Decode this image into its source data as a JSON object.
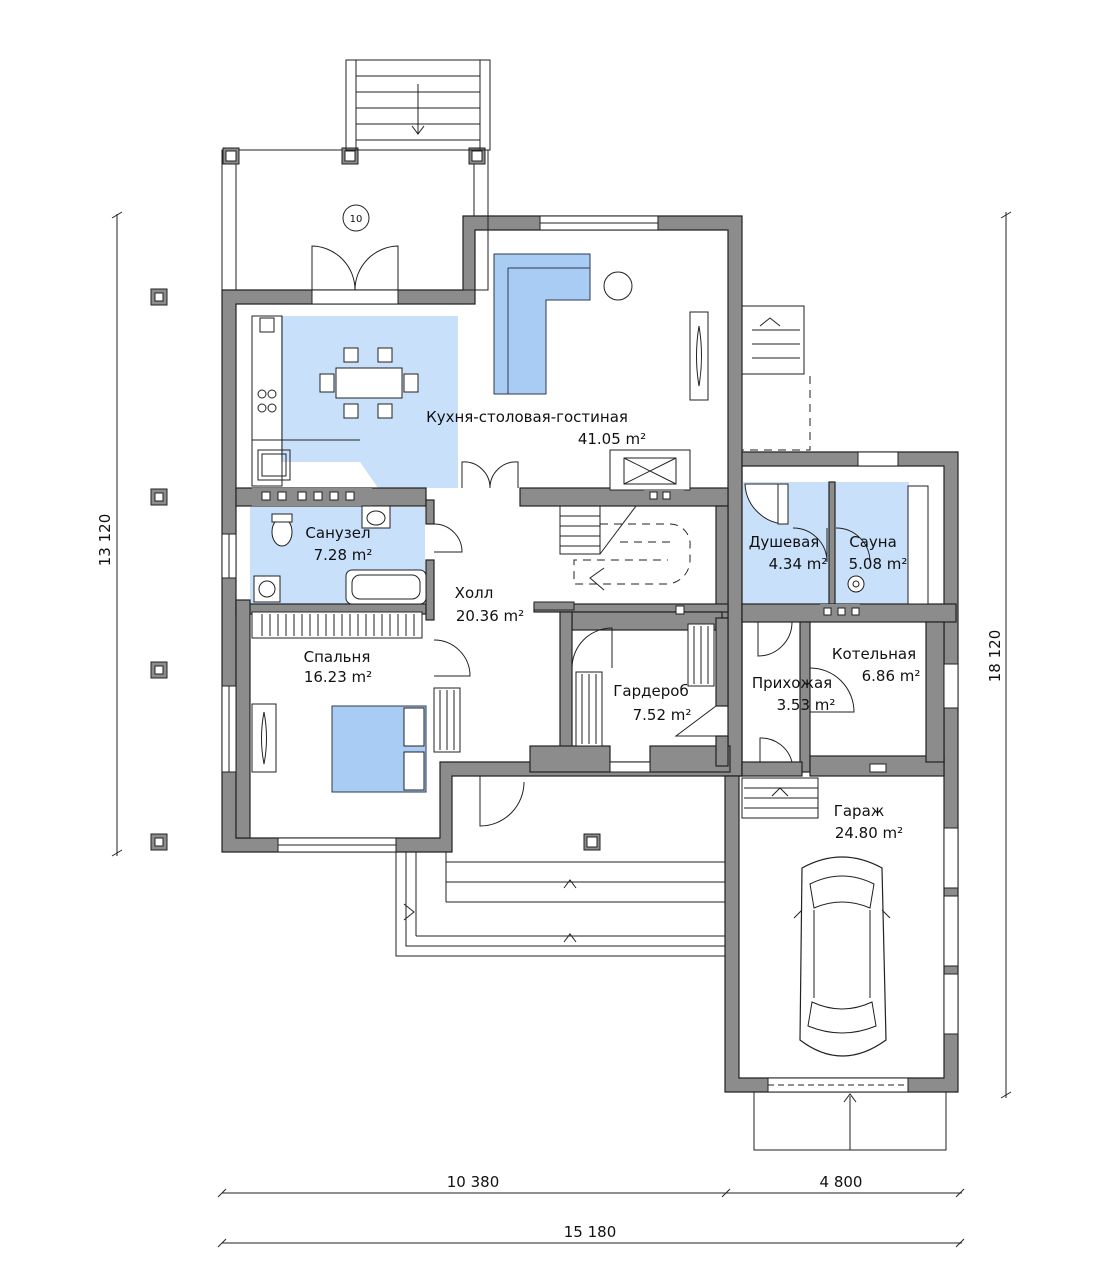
{
  "rooms": {
    "kitchen": {
      "name": "Кухня-столовая-гостиная",
      "area": "41.05 m²"
    },
    "bathroom": {
      "name": "Санузел",
      "area": "7.28 m²"
    },
    "hall": {
      "name": "Холл",
      "area": "20.36 m²"
    },
    "bedroom": {
      "name": "Спальня",
      "area": "16.23 m²"
    },
    "wardrobe": {
      "name": "Гардероб",
      "area": "7.52 m²"
    },
    "entry": {
      "name": "Прихожая",
      "area": "3.53 m²"
    },
    "boiler": {
      "name": "Котельная",
      "area": "6.86 m²"
    },
    "shower": {
      "name": "Душевая",
      "area": "4.34 m²"
    },
    "sauna": {
      "name": "Сауна",
      "area": "5.08 m²"
    },
    "garage": {
      "name": "Гараж",
      "area": "24.80 m²"
    }
  },
  "marker": "10",
  "dimensions": {
    "left_height": "13 120",
    "right_height": "18 120",
    "width_main": "10 380",
    "width_garage": "4 800",
    "width_total": "15 180"
  },
  "colors": {
    "wall": "#8c8c8c",
    "room_fill": "#c9e0fb",
    "furniture": "#a9ccf5"
  }
}
